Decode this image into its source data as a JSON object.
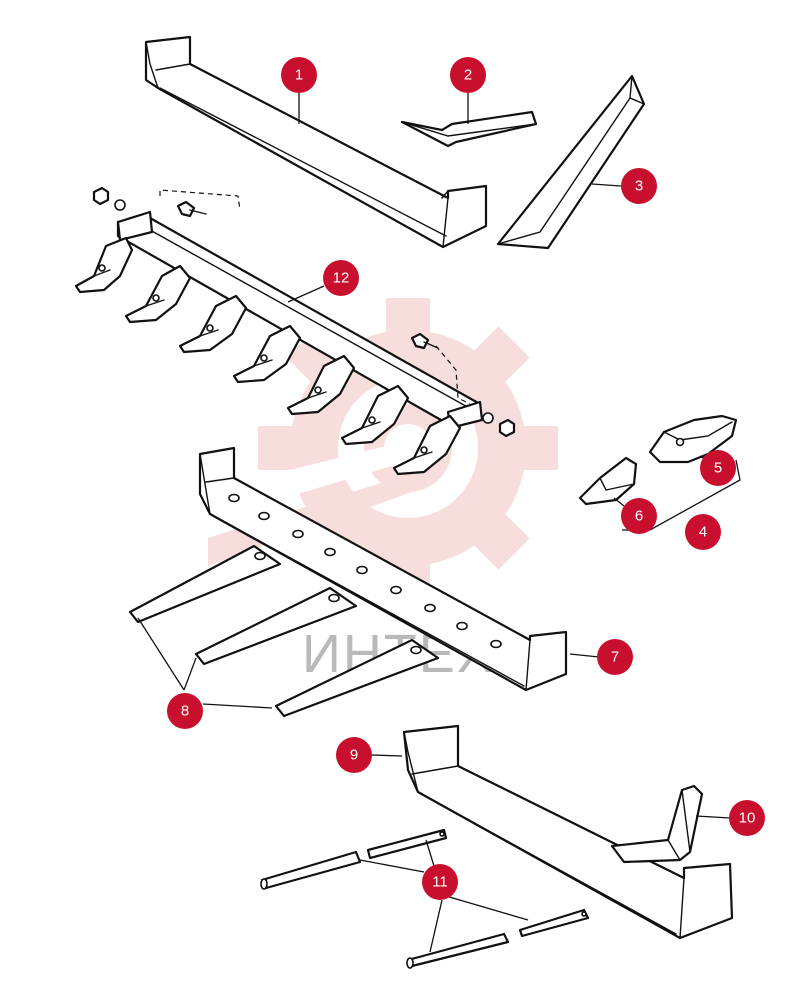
{
  "watermark": {
    "text": "ИНТЕХ",
    "color": "#f4c2c2",
    "text_color": "#b9b9b9"
  },
  "callouts": [
    {
      "id": 1,
      "label": "1"
    },
    {
      "id": 2,
      "label": "2"
    },
    {
      "id": 3,
      "label": "3"
    },
    {
      "id": 4,
      "label": "4"
    },
    {
      "id": 5,
      "label": "5"
    },
    {
      "id": 6,
      "label": "6"
    },
    {
      "id": 7,
      "label": "7"
    },
    {
      "id": 8,
      "label": "8"
    },
    {
      "id": 9,
      "label": "9"
    },
    {
      "id": 10,
      "label": "10"
    },
    {
      "id": 11,
      "label": "11"
    },
    {
      "id": 12,
      "label": "12"
    }
  ],
  "colors": {
    "callout": "#c8102e",
    "line": "#111111",
    "background": "#ffffff"
  }
}
